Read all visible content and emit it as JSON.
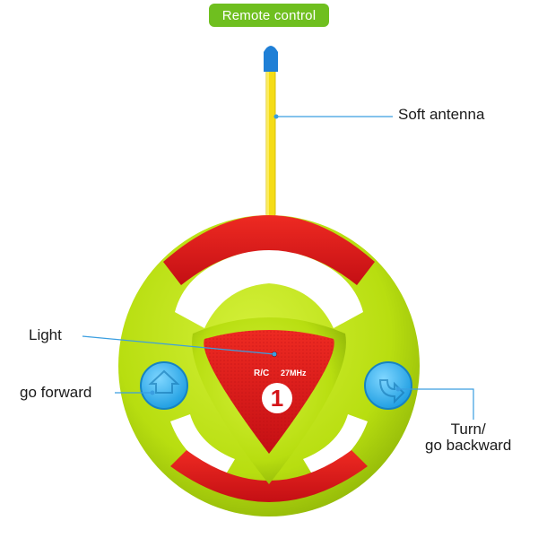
{
  "header": {
    "title": "Remote control"
  },
  "callouts": {
    "antenna": "Soft antenna",
    "light": "Light",
    "forward": "go forward",
    "turn_line1": "Turn/",
    "turn_line2": "go backward"
  },
  "device": {
    "badge_text": "R/C",
    "frequency": "27MHz",
    "number": "1"
  },
  "colors": {
    "badge_green": "#6fbf1f",
    "wheel_green": "#bde30f",
    "wheel_red": "#e2141b",
    "button_blue": "#36b6ee",
    "antenna_yellow": "#f5dc16",
    "antenna_tip": "#1f7fd6",
    "leader_line": "#3a9ee0"
  }
}
